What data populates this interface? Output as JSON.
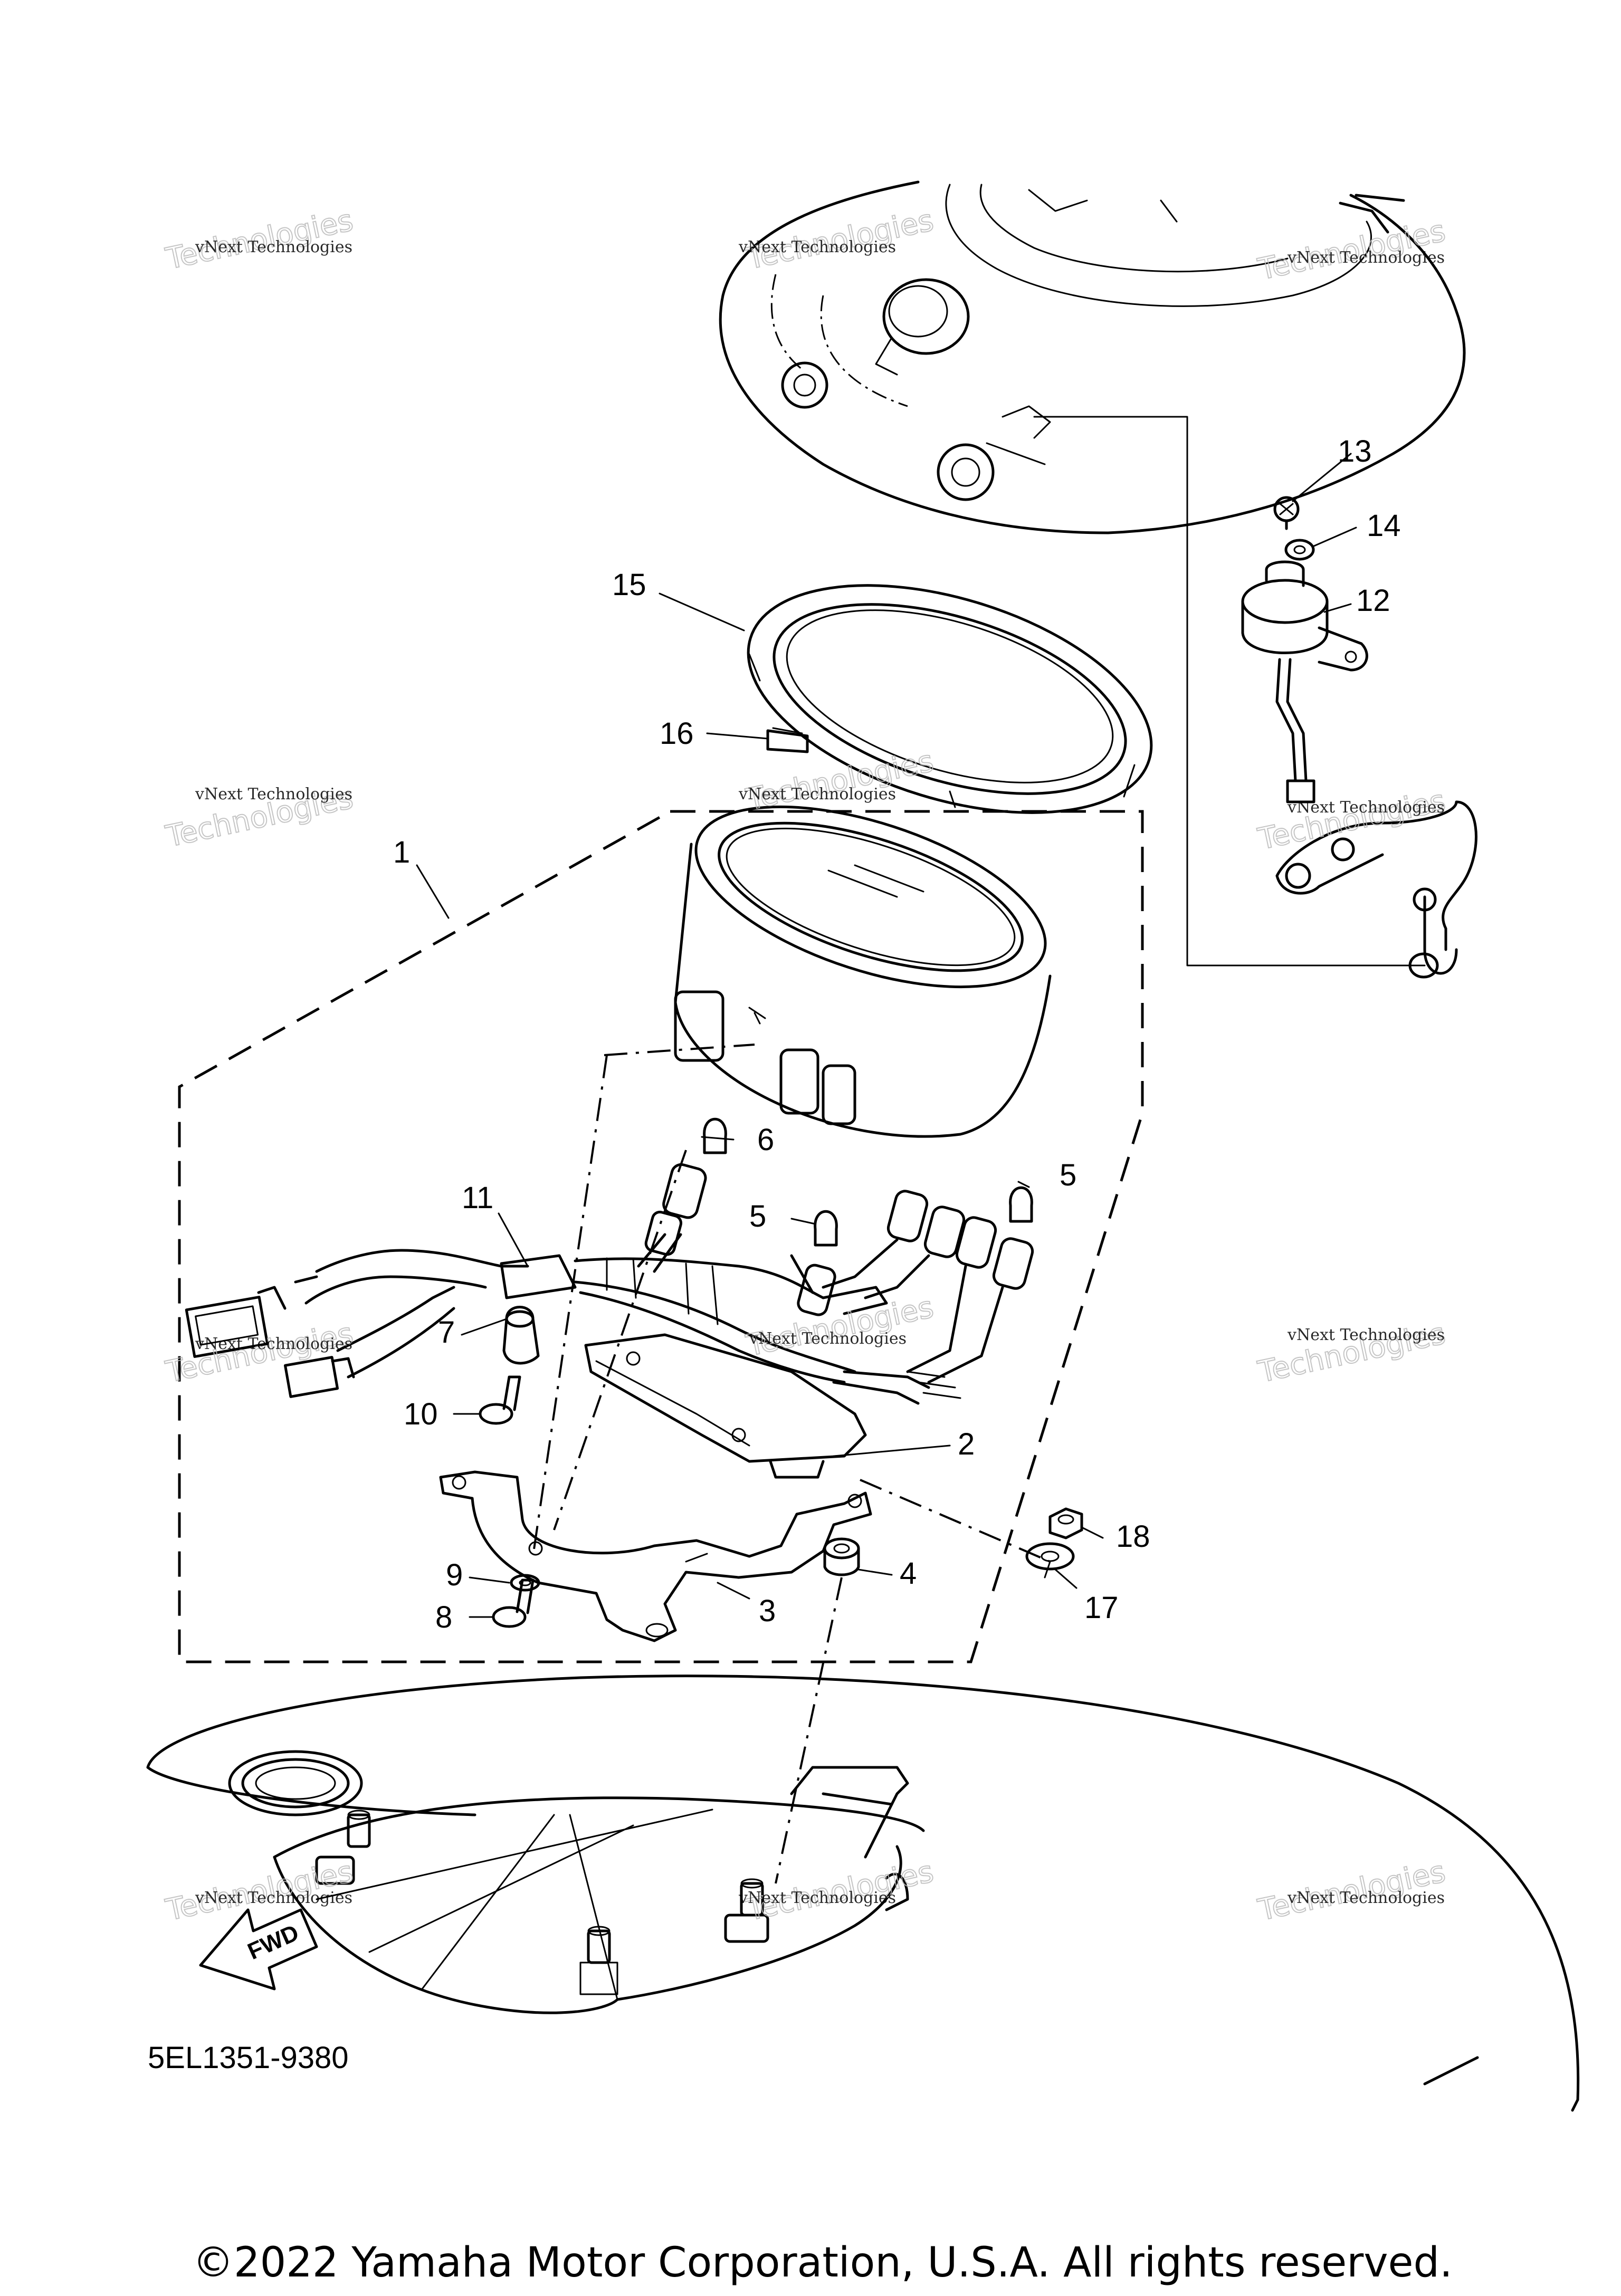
{
  "callouts": [
    {
      "id": "1",
      "label": "1"
    },
    {
      "id": "2",
      "label": "2"
    },
    {
      "id": "3",
      "label": "3"
    },
    {
      "id": "4",
      "label": "4"
    },
    {
      "id": "5a",
      "label": "5"
    },
    {
      "id": "5b",
      "label": "5"
    },
    {
      "id": "6",
      "label": "6"
    },
    {
      "id": "7",
      "label": "7"
    },
    {
      "id": "8",
      "label": "8"
    },
    {
      "id": "9",
      "label": "9"
    },
    {
      "id": "10",
      "label": "10"
    },
    {
      "id": "11",
      "label": "11"
    },
    {
      "id": "12",
      "label": "12"
    },
    {
      "id": "13",
      "label": "13"
    },
    {
      "id": "14",
      "label": "14"
    },
    {
      "id": "15",
      "label": "15"
    },
    {
      "id": "16",
      "label": "16"
    },
    {
      "id": "17",
      "label": "17"
    },
    {
      "id": "18",
      "label": "18"
    }
  ],
  "watermark": {
    "line1": "vNext Technologies",
    "big": "Technologies",
    "small": "vNext"
  },
  "fwd_label": "FWD",
  "diagram_code": "5EL1351-9380",
  "copyright": "©2022 Yamaha Motor Corporation, U.S.A. All rights reserved."
}
